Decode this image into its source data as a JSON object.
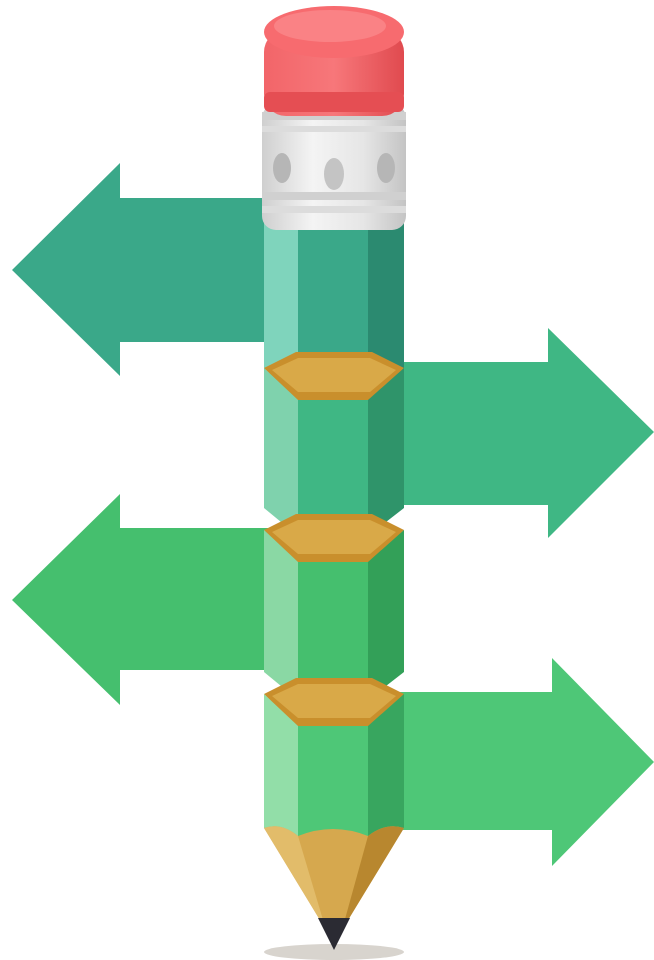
{
  "diagram": {
    "type": "pencil-infographic",
    "arrows": [
      {
        "id": "arrow-1",
        "direction": "left",
        "color": "#3aa889"
      },
      {
        "id": "arrow-2",
        "direction": "right",
        "color": "#3fb784"
      },
      {
        "id": "arrow-3",
        "direction": "left",
        "color": "#45bf6e"
      },
      {
        "id": "arrow-4",
        "direction": "right",
        "color": "#4ec777"
      }
    ],
    "segments": [
      {
        "id": "segment-1",
        "light": "#7fd4bc",
        "mid": "#3aa889",
        "dark": "#2b8a70"
      },
      {
        "id": "segment-2",
        "light": "#7fd2ad",
        "mid": "#3fb784",
        "dark": "#2f946a"
      },
      {
        "id": "segment-3",
        "light": "#8ad8a4",
        "mid": "#45bf6e",
        "dark": "#33a058"
      },
      {
        "id": "segment-4",
        "light": "#92dea8",
        "mid": "#4ec777",
        "dark": "#38a65f"
      }
    ],
    "eraser_color": "#f25d61",
    "ferrule_color": "#e4e4e4",
    "wood_color": "#d6a84e",
    "joint_color": "#c98f2c",
    "lead_color": "#2b2b33",
    "shadow_color": "#d8d4ce"
  }
}
